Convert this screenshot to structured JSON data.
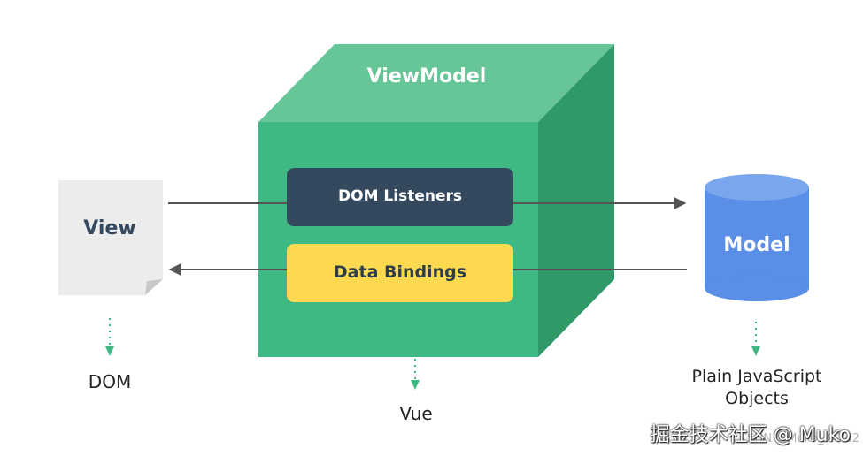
{
  "viewmodel": {
    "title": "ViewModel",
    "dom_listeners": "DOM Listeners",
    "data_bindings": "Data Bindings"
  },
  "view": {
    "label": "View",
    "caption": "DOM"
  },
  "model": {
    "label": "Model",
    "caption_line1": "Plain JavaScript",
    "caption_line2": "Objects"
  },
  "vue_caption": "Vue",
  "watermark": {
    "main": "掘金技术社区 @ Muko",
    "sub": "CSDN @Muko_0x7d2"
  },
  "colors": {
    "cube_front": "#3fb983",
    "cube_top": "#67c697",
    "cube_side": "#2f9a68",
    "listeners_box": "#35495e",
    "bindings_box": "#fdd94f",
    "model_cylinder": "#5b8ee6",
    "model_top": "#7aa6ee",
    "view_page": "#ececec",
    "arrow": "#555555",
    "dotted_arrow": "#3fb983"
  }
}
